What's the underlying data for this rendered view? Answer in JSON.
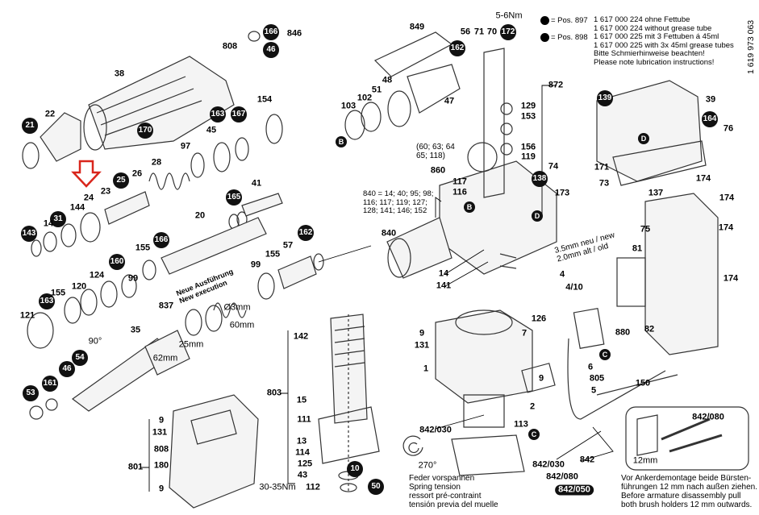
{
  "legend": {
    "rows": [
      {
        "pos": "= Pos. 897",
        "lines": [
          "1 617 000 224 ohne Fettube",
          "1 617 000 224 without grease tube"
        ]
      },
      {
        "pos": "= Pos. 898",
        "lines": [
          "1 617 000 225 mit 3 Fettuben á 45ml",
          "1 617 000 225 with 3x 45ml grease tubes",
          "Bitte Schmierhinweise beachten!",
          "Please note lubrication instructions!"
        ]
      }
    ],
    "doc_number": "1 619 973 063"
  },
  "notes": {
    "new_execution": [
      "Neue Ausführung",
      "New execution"
    ],
    "assembly_840": [
      "840 = 14; 40; 95; 98;",
      "116; 117; 119; 127;",
      "128; 141; 146; 152"
    ],
    "group_860": [
      "(60; 63; 64",
      "65; 118)"
    ],
    "brush_wire": [
      "3.5mm neu / new",
      "2.0mm alt / old"
    ],
    "spring": [
      "Feder vorspannen",
      "Spring tension",
      "ressort pré-contraint",
      "tensión previa del muelle"
    ],
    "brush_holder": [
      "Vor Ankerdemontage beide Bürsten-",
      "führungen 12 mm nach außen ziehen.",
      "Before armature disassembly pull",
      "both brush holders 12 mm outwards."
    ]
  },
  "highlight_arrow_color": "#d9261c",
  "labels": [
    {
      "text": "808"
    },
    {
      "text": "846"
    },
    {
      "text": "166",
      "black": true
    },
    {
      "text": "46",
      "black": true
    },
    {
      "text": "38"
    },
    {
      "text": "22"
    },
    {
      "text": "21",
      "black": true
    },
    {
      "text": "170",
      "black": true
    },
    {
      "text": "45"
    },
    {
      "text": "163",
      "black": true
    },
    {
      "text": "167",
      "black": true
    },
    {
      "text": "154"
    },
    {
      "text": "97"
    },
    {
      "text": "28"
    },
    {
      "text": "26"
    },
    {
      "text": "25",
      "black": true
    },
    {
      "text": "23"
    },
    {
      "text": "24"
    },
    {
      "text": "144"
    },
    {
      "text": "31",
      "black": true
    },
    {
      "text": "14"
    },
    {
      "text": "143",
      "black": true
    },
    {
      "text": "165",
      "black": true
    },
    {
      "text": "41"
    },
    {
      "text": "20"
    },
    {
      "text": "155"
    },
    {
      "text": "166",
      "black": true
    },
    {
      "text": "57"
    },
    {
      "text": "162",
      "black": true
    },
    {
      "text": "99"
    },
    {
      "text": "155"
    },
    {
      "text": "160",
      "black": true
    },
    {
      "text": "124"
    },
    {
      "text": "99"
    },
    {
      "text": "120"
    },
    {
      "text": "155"
    },
    {
      "text": "121"
    },
    {
      "text": "163",
      "black": true
    },
    {
      "text": "837"
    },
    {
      "text": "35"
    },
    {
      "text": "90°"
    },
    {
      "text": "54",
      "black": true
    },
    {
      "text": "46",
      "black": true
    },
    {
      "text": "161",
      "black": true
    },
    {
      "text": "53",
      "black": true
    },
    {
      "text": "62mm"
    },
    {
      "text": "25mm"
    },
    {
      "text": "60mm"
    },
    {
      "text": "Ø3mm"
    },
    {
      "text": "849"
    },
    {
      "text": "56"
    },
    {
      "text": "71"
    },
    {
      "text": "70"
    },
    {
      "text": "172",
      "black": true
    },
    {
      "text": "5-6Nm"
    },
    {
      "text": "162",
      "black": true
    },
    {
      "text": "51"
    },
    {
      "text": "48"
    },
    {
      "text": "103"
    },
    {
      "text": "102"
    },
    {
      "text": "47"
    },
    {
      "text": "B",
      "black": true
    },
    {
      "text": "872"
    },
    {
      "text": "129"
    },
    {
      "text": "153"
    },
    {
      "text": "156"
    },
    {
      "text": "119"
    },
    {
      "text": "860"
    },
    {
      "text": "117"
    },
    {
      "text": "116"
    },
    {
      "text": "74"
    },
    {
      "text": "138",
      "black": true
    },
    {
      "text": "173"
    },
    {
      "text": "840"
    },
    {
      "text": "B",
      "black": true
    },
    {
      "text": "D",
      "black": true
    },
    {
      "text": "14"
    },
    {
      "text": "141"
    },
    {
      "text": "4"
    },
    {
      "text": "4/10"
    },
    {
      "text": "126"
    },
    {
      "text": "7"
    },
    {
      "text": "9"
    },
    {
      "text": "131"
    },
    {
      "text": "1"
    },
    {
      "text": "9"
    },
    {
      "text": "2"
    },
    {
      "text": "113"
    },
    {
      "text": "C",
      "black": true
    },
    {
      "text": "842"
    },
    {
      "text": "842/030"
    },
    {
      "text": "842/080"
    },
    {
      "text": "842/050",
      "pill": true
    },
    {
      "text": "842/030"
    },
    {
      "text": "270°"
    },
    {
      "text": "6"
    },
    {
      "text": "805"
    },
    {
      "text": "5"
    },
    {
      "text": "150"
    },
    {
      "text": "C",
      "black": true
    },
    {
      "text": "880"
    },
    {
      "text": "82"
    },
    {
      "text": "81"
    },
    {
      "text": "75"
    },
    {
      "text": "174"
    },
    {
      "text": "174"
    },
    {
      "text": "174"
    },
    {
      "text": "174"
    },
    {
      "text": "139",
      "black": true
    },
    {
      "text": "39"
    },
    {
      "text": "164",
      "black": true
    },
    {
      "text": "76"
    },
    {
      "text": "D",
      "black": true
    },
    {
      "text": "171"
    },
    {
      "text": "73"
    },
    {
      "text": "137"
    },
    {
      "text": "142"
    },
    {
      "text": "803"
    },
    {
      "text": "15"
    },
    {
      "text": "111"
    },
    {
      "text": "13"
    },
    {
      "text": "114"
    },
    {
      "text": "125"
    },
    {
      "text": "43"
    },
    {
      "text": "30-35Nm"
    },
    {
      "text": "112"
    },
    {
      "text": "10",
      "black": true
    },
    {
      "text": "50",
      "black": true
    },
    {
      "text": "9"
    },
    {
      "text": "131"
    },
    {
      "text": "808"
    },
    {
      "text": "180"
    },
    {
      "text": "801"
    },
    {
      "text": "9"
    },
    {
      "text": "842/080"
    },
    {
      "text": "12mm"
    }
  ]
}
